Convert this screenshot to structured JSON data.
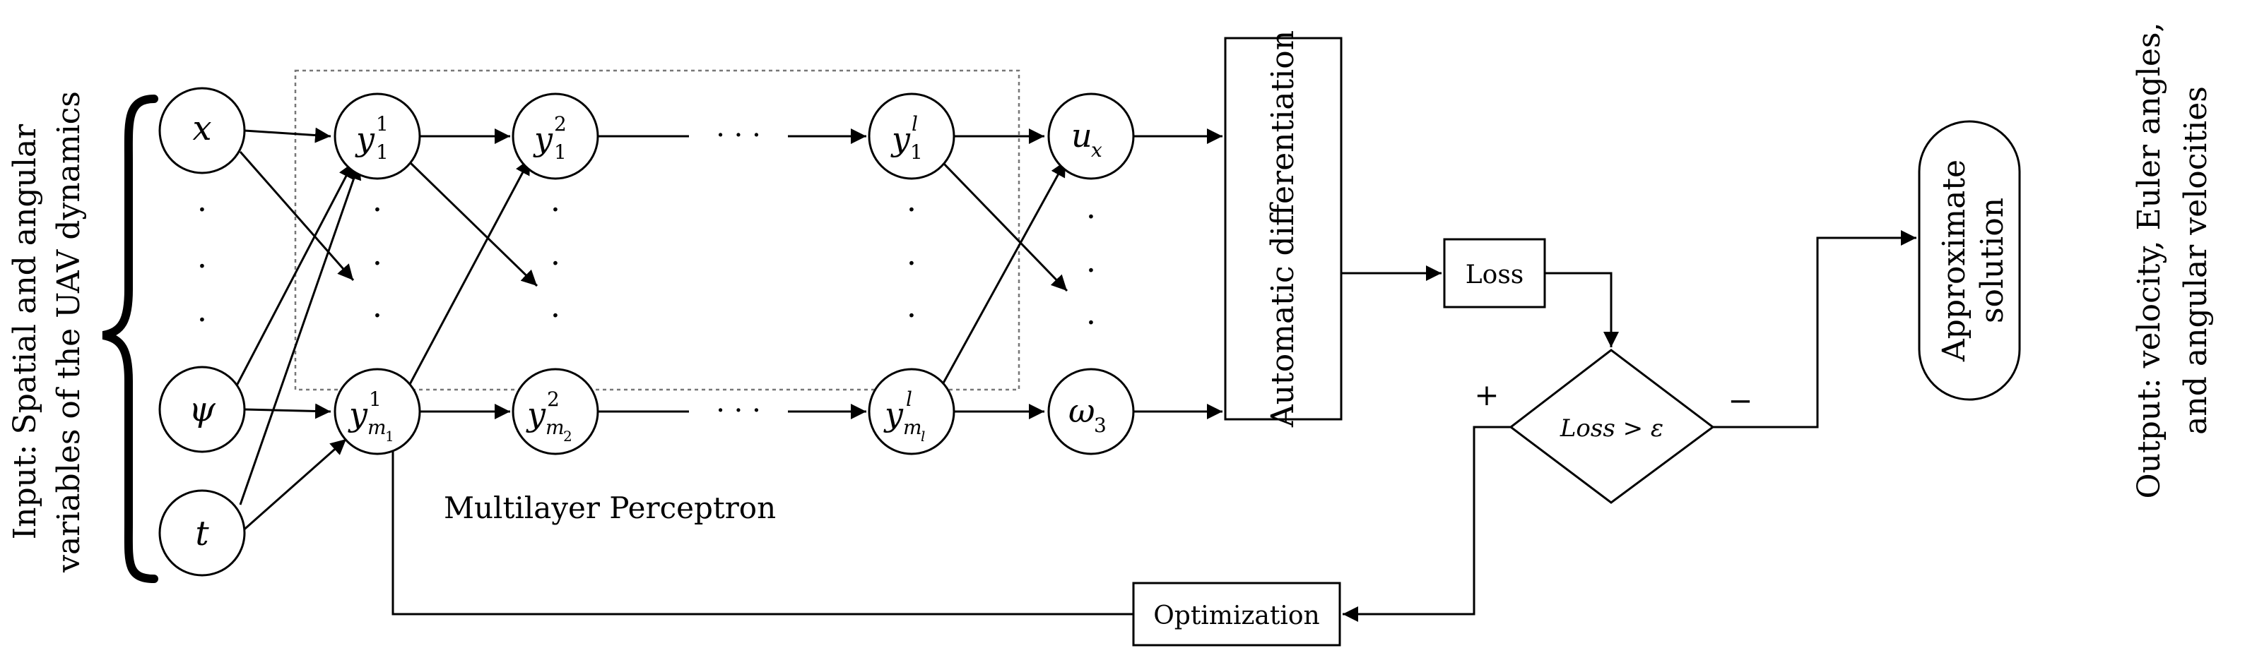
{
  "input_label": {
    "line1": "Input: Spatial and angular",
    "line2": "variables of the UAV dynamics"
  },
  "output_label": {
    "line1": "Output: velocity, Euler angles,",
    "line2": "and angular velocities"
  },
  "inputs": {
    "x": "x",
    "psi": "ψ",
    "t": "t"
  },
  "hidden": {
    "y": "y",
    "sup1": "1",
    "sup2": "2",
    "supl": "l",
    "sub1": "1",
    "m": "m",
    "msub1": "1",
    "msub2": "2",
    "msubl": "l"
  },
  "outputs": {
    "u_base": "u",
    "u_sub": "x",
    "omega_base": "ω",
    "omega_sub": "3"
  },
  "mlp_label": "Multilayer Perceptron",
  "auto_diff_label": "Automatic differentiation",
  "loss_label": "Loss",
  "decision_label": "Loss > ε",
  "plus_label": "+",
  "minus_label": "−",
  "optimization_label": "Optimization",
  "approx_solution": {
    "line1": "Approximate",
    "line2": "solution"
  },
  "ellipsis": "· · ·",
  "dot": "·"
}
